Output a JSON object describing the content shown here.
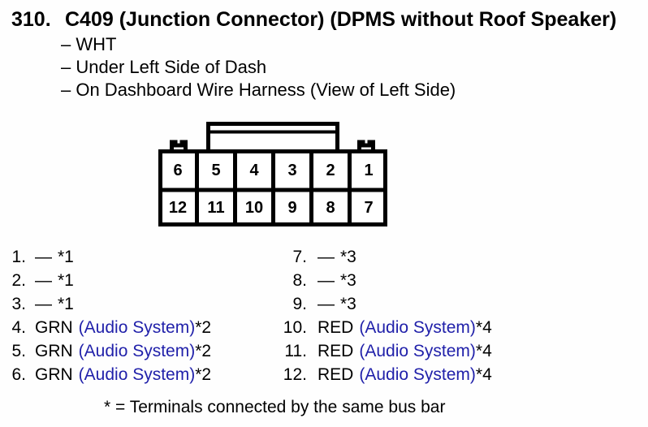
{
  "header": {
    "item_number": "310.",
    "title": "C409 (Junction Connector) (DPMS without Roof Speaker)",
    "details": [
      "– WHT",
      "– Under Left Side of Dash",
      "– On Dashboard Wire Harness (View of Left Side)"
    ]
  },
  "connector": {
    "view": "front-view-12-cavity",
    "top_row": [
      "6",
      "5",
      "4",
      "3",
      "2",
      "1"
    ],
    "bottom_row": [
      "12",
      "11",
      "10",
      "9",
      "8",
      "7"
    ]
  },
  "pins": {
    "left": [
      {
        "n": "1.",
        "wire": "—",
        "sys": "",
        "note": "*1"
      },
      {
        "n": "2.",
        "wire": "—",
        "sys": "",
        "note": "*1"
      },
      {
        "n": "3.",
        "wire": "—",
        "sys": "",
        "note": "*1"
      },
      {
        "n": "4.",
        "wire": "GRN",
        "sys": "(Audio System)",
        "note": "*2"
      },
      {
        "n": "5.",
        "wire": "GRN",
        "sys": "(Audio System)",
        "note": "*2"
      },
      {
        "n": "6.",
        "wire": "GRN",
        "sys": "(Audio System)",
        "note": "*2"
      }
    ],
    "right": [
      {
        "n": "7.",
        "wire": "—",
        "sys": "",
        "note": "*3"
      },
      {
        "n": "8.",
        "wire": "—",
        "sys": "",
        "note": "*3"
      },
      {
        "n": "9.",
        "wire": "—",
        "sys": "",
        "note": "*3"
      },
      {
        "n": "10.",
        "wire": "RED",
        "sys": "(Audio System)",
        "note": "*4"
      },
      {
        "n": "11.",
        "wire": "RED",
        "sys": "(Audio System)",
        "note": "*4"
      },
      {
        "n": "12.",
        "wire": "RED",
        "sys": "(Audio System)",
        "note": "*4"
      }
    ]
  },
  "footnote": "* = Terminals connected by the same bus bar",
  "colors": {
    "text": "#000000",
    "system_link_blue": "#2121aa",
    "background": "#fefefe"
  }
}
